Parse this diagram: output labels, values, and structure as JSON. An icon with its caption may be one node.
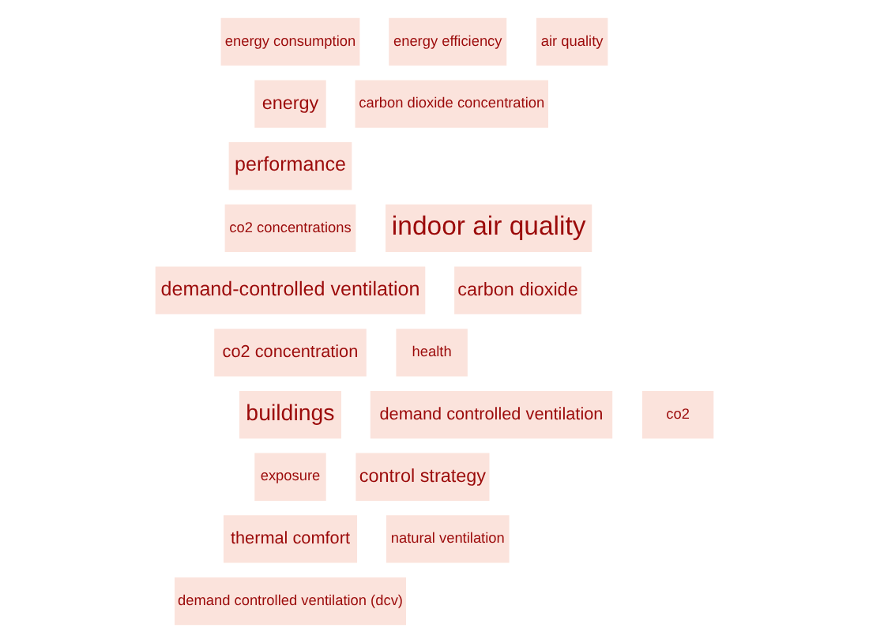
{
  "diagram": {
    "nodes": [
      {
        "text": [
          "energy consumption"
        ]
      },
      {
        "text": [
          "energy efficiency"
        ]
      },
      {
        "text": [
          "air quality"
        ]
      },
      {
        "text": [
          "energy"
        ]
      },
      {
        "text": [
          "carbon dioxide concentration"
        ]
      },
      {
        "text": [
          "performance"
        ]
      },
      {
        "text": [
          "co2 concentrations"
        ]
      },
      {
        "text": [
          "indoor air quality"
        ]
      },
      {
        "text": [
          "demand-controlled ventilation"
        ]
      },
      {
        "text": [
          "carbon dioxide"
        ]
      },
      {
        "text": [
          "co2 concentration"
        ]
      },
      {
        "text": [
          "health"
        ]
      },
      {
        "text": [
          "buildings"
        ]
      },
      {
        "text": [
          "demand controlled ventilation"
        ]
      },
      {
        "text": [
          "co2"
        ]
      },
      {
        "text": [
          "exposure"
        ]
      },
      {
        "text": [
          "control strategy"
        ]
      },
      {
        "text": [
          "thermal comfort"
        ]
      },
      {
        "text": [
          "natural ventilation"
        ]
      },
      {
        "text": [
          "demand controlled ventilation (dcv)"
        ]
      }
    ],
    "edges": []
  }
}
